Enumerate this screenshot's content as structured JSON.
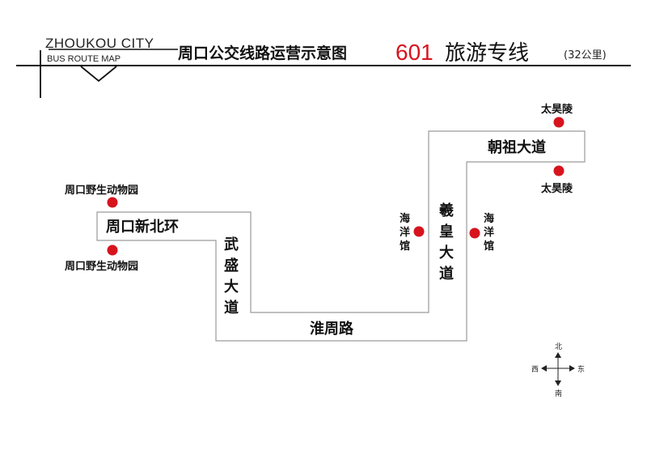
{
  "header": {
    "city_en": "ZHOUKOU CITY",
    "map_en": "BUS ROUTE MAP",
    "title_cn": "周口公交线路运营示意图",
    "route_number": "601",
    "route_name": "旅游专线",
    "route_length": "(32公里)"
  },
  "roads": {
    "north_ring": "周口新北环",
    "wusheng_chars": [
      "武",
      "盛",
      "大",
      "道"
    ],
    "huaizhou": "淮周路",
    "xihuang_chars": [
      "羲",
      "皇",
      "大",
      "道"
    ],
    "chaozu": "朝祖大道"
  },
  "stops": {
    "zoo_north": "周口野生动物园",
    "zoo_south": "周口野生动物园",
    "aquarium_west_chars": [
      "海",
      "洋",
      "馆"
    ],
    "aquarium_east_chars": [
      "海",
      "洋",
      "馆"
    ],
    "taihaoling_north": "太昊陵",
    "taihaoling_south": "太昊陵"
  },
  "compass": {
    "north": "北",
    "south": "南",
    "east": "东",
    "west": "西"
  },
  "colors": {
    "accent_red": "#d7141d",
    "route_outline": "#9a9a9a",
    "rule": "#111111"
  }
}
